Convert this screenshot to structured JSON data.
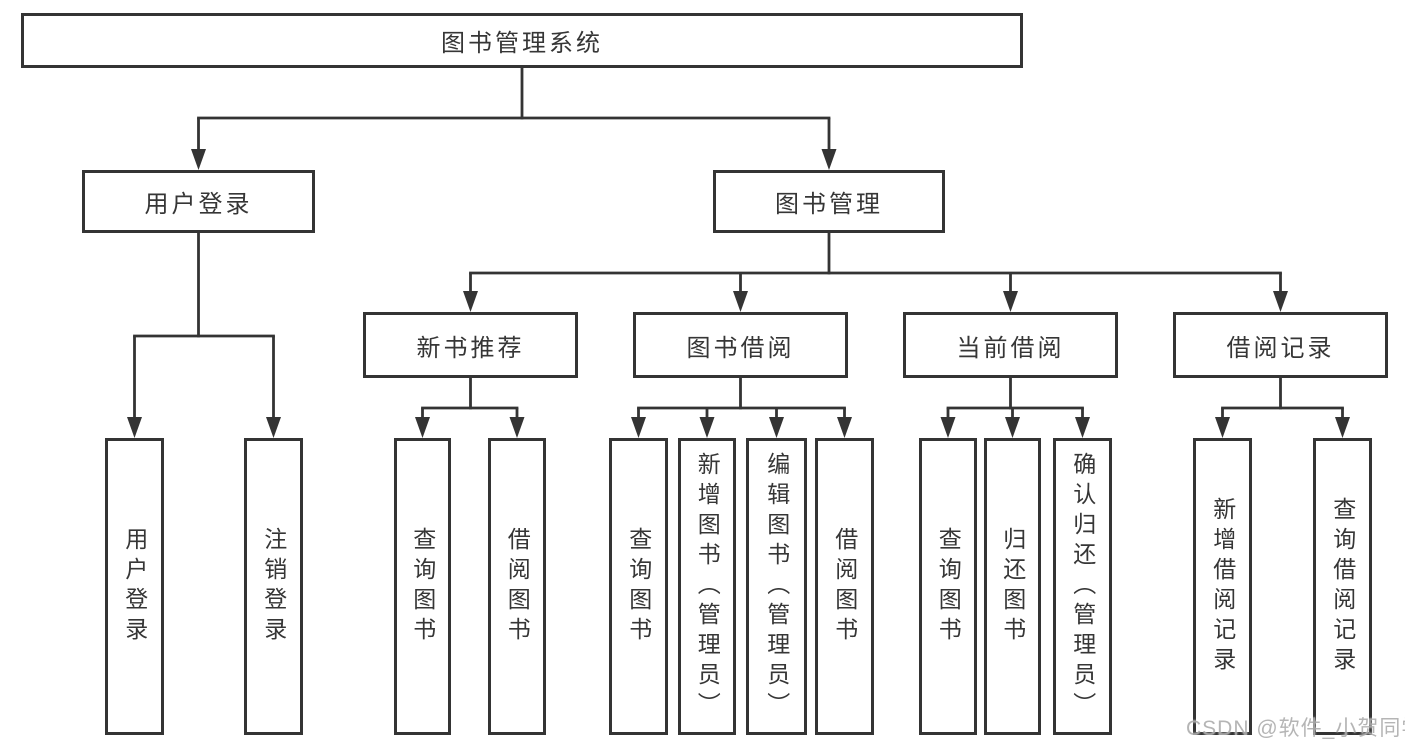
{
  "diagram": {
    "root": {
      "label": "图书管理系统"
    },
    "branches": [
      {
        "label": "用户登录",
        "children": [
          {
            "label": "用户登录"
          },
          {
            "label": "注销登录"
          }
        ]
      },
      {
        "label": "图书管理",
        "children": [
          {
            "label": "新书推荐",
            "children": [
              {
                "label": "查询图书"
              },
              {
                "label": "借阅图书"
              }
            ]
          },
          {
            "label": "图书借阅",
            "children": [
              {
                "label": "查询图书"
              },
              {
                "label": "新增图书（管理员）"
              },
              {
                "label": "编辑图书（管理员）"
              },
              {
                "label": "借阅图书"
              }
            ]
          },
          {
            "label": "当前借阅",
            "children": [
              {
                "label": "查询图书"
              },
              {
                "label": "归还图书"
              },
              {
                "label": "确认归还（管理员）"
              }
            ]
          },
          {
            "label": "借阅记录",
            "children": [
              {
                "label": "新增借阅记录"
              },
              {
                "label": "查询借阅记录"
              }
            ]
          }
        ]
      }
    ]
  },
  "watermark": {
    "text": "CSDN @软件_小贺同学"
  },
  "colors": {
    "line": "#343434",
    "text": "#363636",
    "background": "#ffffff",
    "watermark": "#aeaeae"
  }
}
